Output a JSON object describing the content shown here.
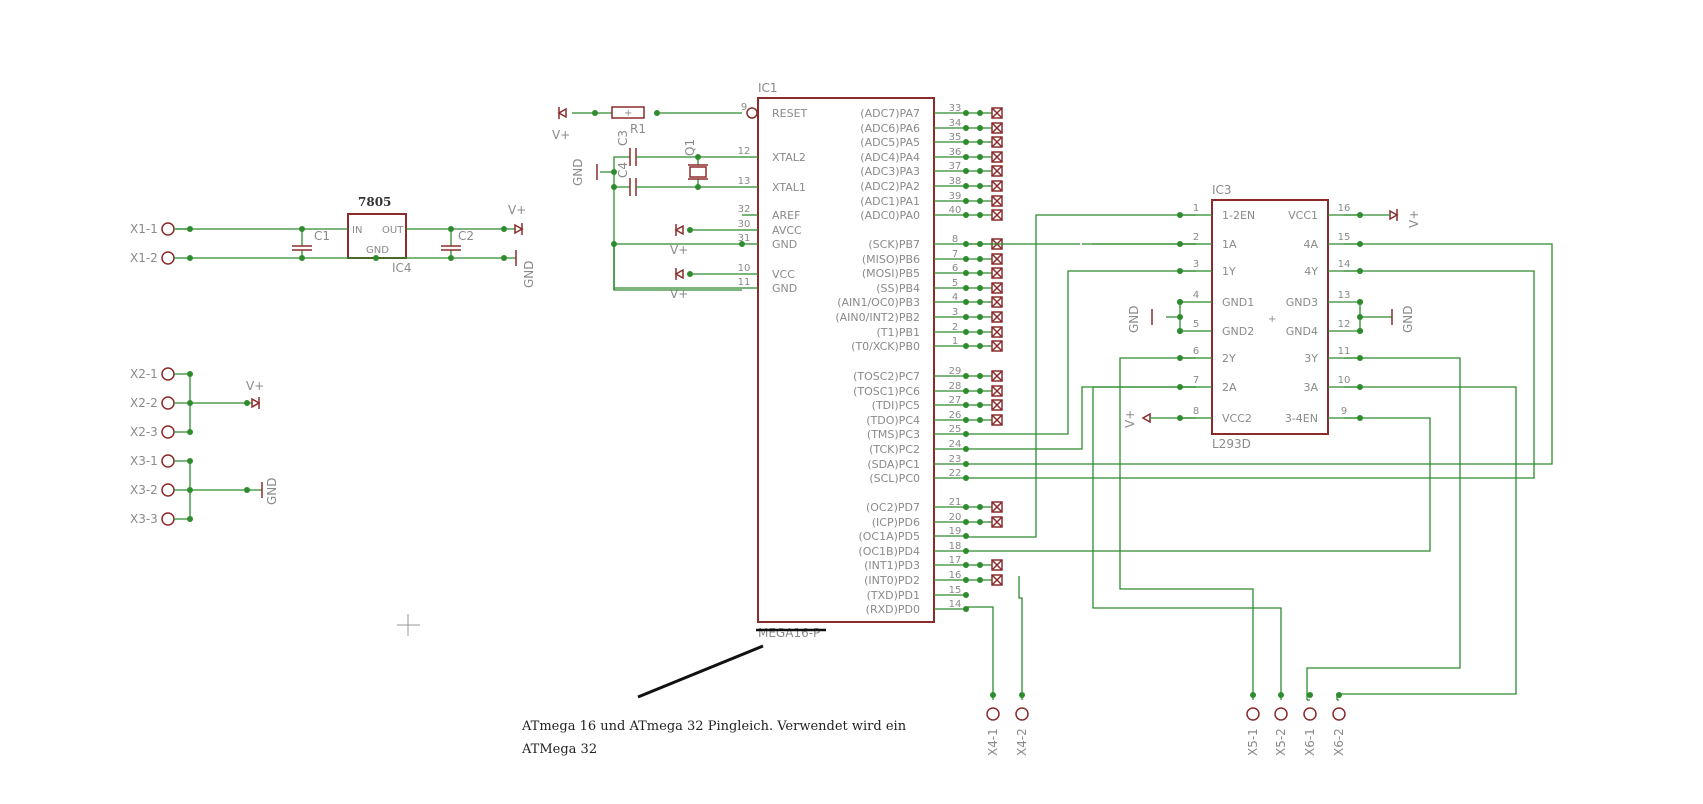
{
  "colors": {
    "wire": "#2e8b2e",
    "symbol": "#8b2b2b",
    "label": "#8a8a8a",
    "note": "#222222"
  },
  "ic1": {
    "name": "IC1",
    "value": "MEGA16-P",
    "left_pins": [
      {
        "num": "9",
        "label": "RESET"
      },
      {
        "num": "12",
        "label": "XTAL2"
      },
      {
        "num": "13",
        "label": "XTAL1"
      },
      {
        "num": "32",
        "label": "AREF"
      },
      {
        "num": "30",
        "label": "AVCC"
      },
      {
        "num": "31",
        "label": "GND"
      },
      {
        "num": "10",
        "label": "VCC"
      },
      {
        "num": "11",
        "label": "GND"
      }
    ],
    "right_pins": [
      {
        "num": "33",
        "label": "(ADC7)PA7"
      },
      {
        "num": "34",
        "label": "(ADC6)PA6"
      },
      {
        "num": "35",
        "label": "(ADC5)PA5"
      },
      {
        "num": "36",
        "label": "(ADC4)PA4"
      },
      {
        "num": "37",
        "label": "(ADC3)PA3"
      },
      {
        "num": "38",
        "label": "(ADC2)PA2"
      },
      {
        "num": "39",
        "label": "(ADC1)PA1"
      },
      {
        "num": "40",
        "label": "(ADC0)PA0"
      },
      {
        "num": "8",
        "label": "(SCK)PB7"
      },
      {
        "num": "7",
        "label": "(MISO)PB6"
      },
      {
        "num": "6",
        "label": "(MOSI)PB5"
      },
      {
        "num": "5",
        "label": "(SS)PB4"
      },
      {
        "num": "4",
        "label": "(AIN1/OC0)PB3"
      },
      {
        "num": "3",
        "label": "(AIN0/INT2)PB2"
      },
      {
        "num": "2",
        "label": "(T1)PB1"
      },
      {
        "num": "1",
        "label": "(T0/XCK)PB0"
      },
      {
        "num": "29",
        "label": "(TOSC2)PC7"
      },
      {
        "num": "28",
        "label": "(TOSC1)PC6"
      },
      {
        "num": "27",
        "label": "(TDI)PC5"
      },
      {
        "num": "26",
        "label": "(TDO)PC4"
      },
      {
        "num": "25",
        "label": "(TMS)PC3"
      },
      {
        "num": "24",
        "label": "(TCK)PC2"
      },
      {
        "num": "23",
        "label": "(SDA)PC1"
      },
      {
        "num": "22",
        "label": "(SCL)PC0"
      },
      {
        "num": "21",
        "label": "(OC2)PD7"
      },
      {
        "num": "20",
        "label": "(ICP)PD6"
      },
      {
        "num": "19",
        "label": "(OC1A)PD5"
      },
      {
        "num": "18",
        "label": "(OC1B)PD4"
      },
      {
        "num": "17",
        "label": "(INT1)PD3"
      },
      {
        "num": "16",
        "label": "(INT0)PD2"
      },
      {
        "num": "15",
        "label": "(TXD)PD1"
      },
      {
        "num": "14",
        "label": "(RXD)PD0"
      }
    ]
  },
  "ic3": {
    "name": "IC3",
    "value": "L293D",
    "left_pins": [
      {
        "num": "1",
        "label": "1-2EN"
      },
      {
        "num": "2",
        "label": "1A"
      },
      {
        "num": "3",
        "label": "1Y"
      },
      {
        "num": "4",
        "label": "GND1"
      },
      {
        "num": "5",
        "label": "GND2"
      },
      {
        "num": "6",
        "label": "2Y"
      },
      {
        "num": "7",
        "label": "2A"
      },
      {
        "num": "8",
        "label": "VCC2"
      }
    ],
    "right_pins": [
      {
        "num": "16",
        "label": "VCC1"
      },
      {
        "num": "15",
        "label": "4A"
      },
      {
        "num": "14",
        "label": "4Y"
      },
      {
        "num": "13",
        "label": "GND3"
      },
      {
        "num": "12",
        "label": "GND4"
      },
      {
        "num": "11",
        "label": "3Y"
      },
      {
        "num": "10",
        "label": "3A"
      },
      {
        "num": "9",
        "label": "3-4EN"
      }
    ]
  },
  "ic4": {
    "name": "IC4",
    "value": "7805",
    "in": "IN",
    "out": "OUT",
    "gnd": "GND"
  },
  "parts": {
    "r1": "R1",
    "c1": "C1",
    "c2": "C2",
    "c3": "C3",
    "c4": "C4",
    "q1": "Q1"
  },
  "nets": {
    "vplus": "V+",
    "gnd": "GND"
  },
  "connectors": {
    "x1": [
      "X1-1",
      "X1-2"
    ],
    "x2": [
      "X2-1",
      "X2-2",
      "X2-3"
    ],
    "x3": [
      "X3-1",
      "X3-2",
      "X3-3"
    ],
    "x4": [
      "X4-1",
      "X4-2"
    ],
    "x5": [
      "X5-1",
      "X5-2"
    ],
    "x6": [
      "X6-1",
      "X6-2"
    ]
  },
  "note": {
    "line1": "ATmega 16 und ATmega 32 Pingleich. Verwendet wird ein",
    "line2": "ATMega 32"
  }
}
